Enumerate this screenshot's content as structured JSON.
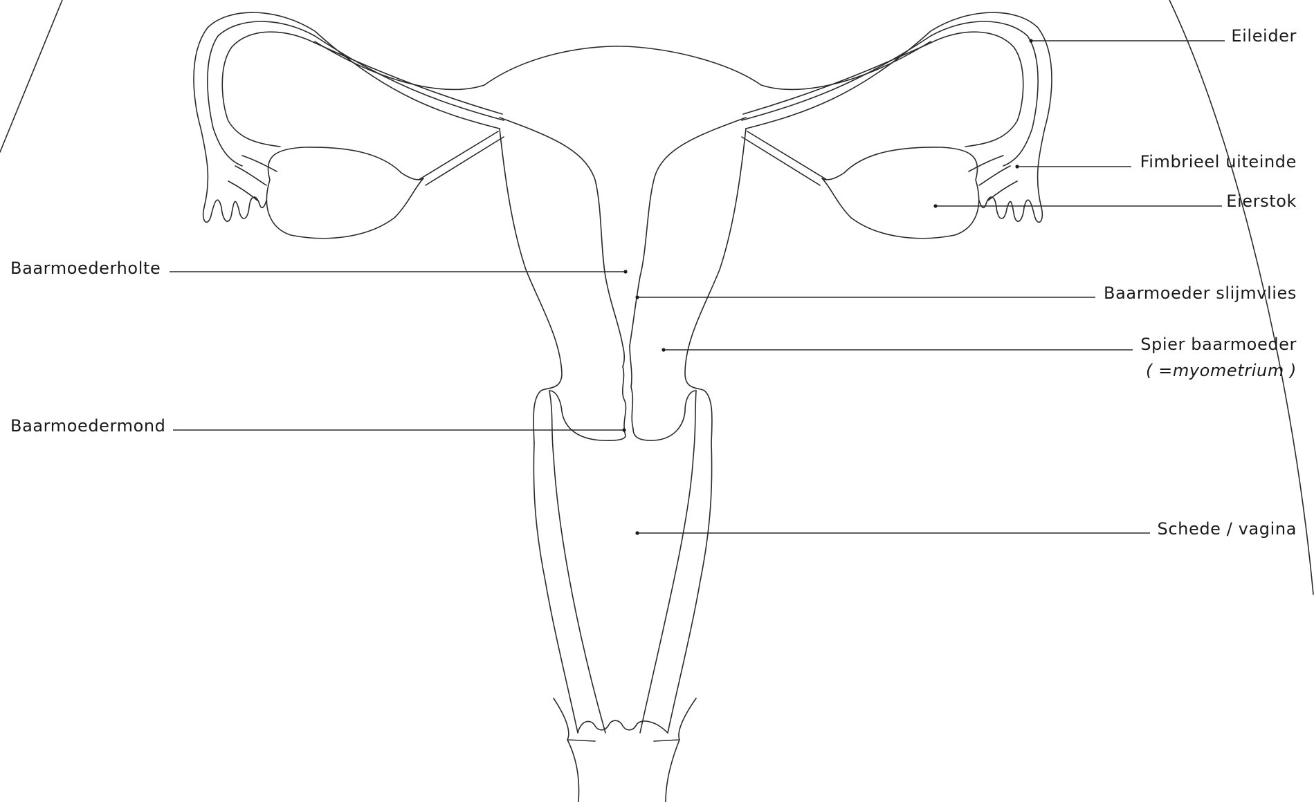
{
  "labels": {
    "fallopian_tube": "Eileider",
    "fimbriae": "Fimbrieel uiteinde",
    "ovary": "Eierstok",
    "uterine_cavity": "Baarmoederholte",
    "endometrium": "Baarmoeder slijmvlies",
    "myometrium": "Spier baarmoeder",
    "myometrium_note": "( =myometrium )",
    "cervix": "Baarmoedermond",
    "vagina": "Schede / vagina"
  },
  "colors": {
    "line": "#2a2a2a",
    "text": "#1a1a1a",
    "background": "#ffffff"
  }
}
